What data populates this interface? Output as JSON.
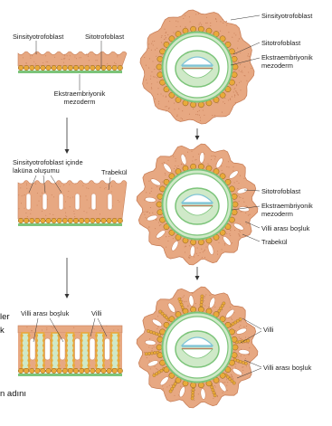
{
  "colors": {
    "syncytium": "#e7a882",
    "syncytium_dark": "#c9805a",
    "cyto_cell": "#e9a93a",
    "cyto_nucleus": "#5a3a1a",
    "mesoderm_green": "#7cc47a",
    "mesoderm_light": "#cfe9c8",
    "lacuna": "#ffffff",
    "amnion_blue": "#7fc4d6",
    "yolk_red": "#d9534f",
    "line": "#333333"
  },
  "left_panels": {
    "top": {
      "label_syncytio": "Sinsityotrofoblast",
      "label_cyto": "Sitotrofoblast",
      "label_meso": "Ekstraembriyonik\nmezoderm"
    },
    "middle": {
      "label_lacuna": "Sinsityotrofoblast içinde\nlaküna oluşumu",
      "label_trabecula": "Trabekül"
    },
    "bottom": {
      "label_intervillous": "Villi arası boşluk",
      "label_villi": "Villi"
    }
  },
  "right_panels": {
    "top": {
      "label_syncytio": "Sinsityotrofoblast",
      "label_cyto": "Sitotrofoblast",
      "label_meso": "Ekstraembriyonik\nmezoderm"
    },
    "middle": {
      "label_cyto": "Sitotrofoblast",
      "label_meso": "Ekstraembriyonik\nmezoderm",
      "label_intervillous": "Villi arası boşluk",
      "label_trabecula": "Trabekül"
    },
    "bottom": {
      "label_villi": "Villi",
      "label_intervillous": "Villi arası boşluk"
    }
  },
  "cut_off_text": {
    "line1": "ler",
    "line2": "k",
    "line3": "n adını"
  }
}
